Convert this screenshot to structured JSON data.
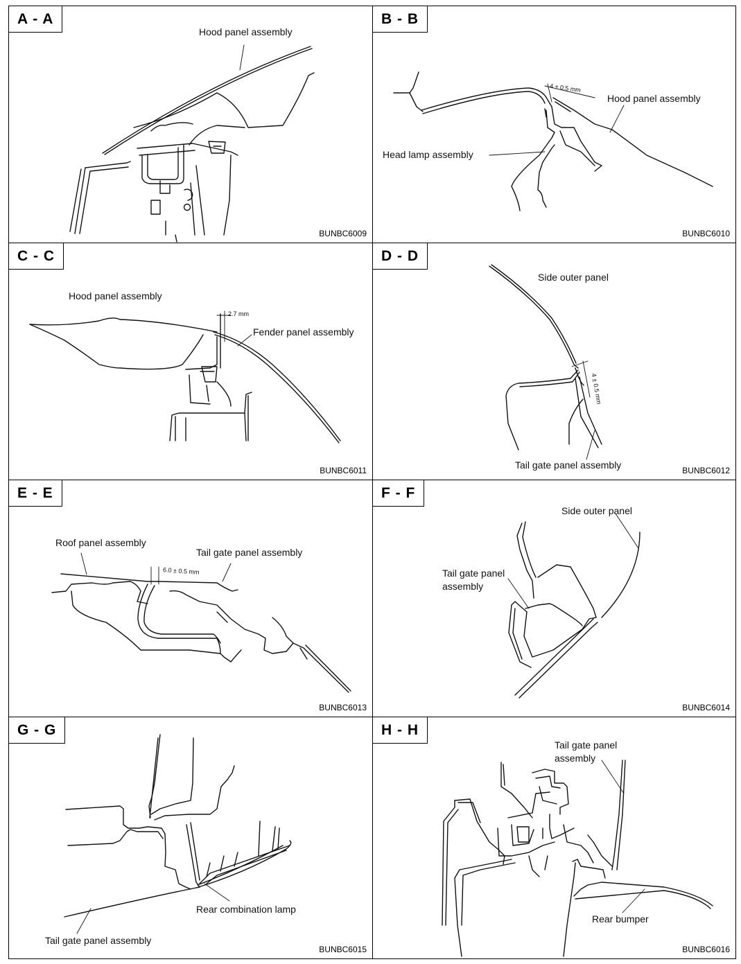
{
  "panels": {
    "aa": {
      "tag": "A - A",
      "code": "BUNBC6009",
      "labels": {
        "hood": "Hood panel assembly"
      }
    },
    "bb": {
      "tag": "B - B",
      "code": "BUNBC6010",
      "labels": {
        "hood": "Hood panel assembly",
        "lamp": "Head lamp assembly",
        "dim": "4 ± 0.5 mm"
      }
    },
    "cc": {
      "tag": "C - C",
      "code": "BUNBC6011",
      "labels": {
        "hood": "Hood panel assembly",
        "fender": "Fender panel assembly",
        "dim": "2.7 mm"
      }
    },
    "dd": {
      "tag": "D - D",
      "code": "BUNBC6012",
      "labels": {
        "side": "Side outer panel",
        "tailgate": "Tail gate panel assembly",
        "dim": "4 ± 0.5 mm"
      }
    },
    "ee": {
      "tag": "E - E",
      "code": "BUNBC6013",
      "labels": {
        "roof": "Roof panel assembly",
        "tailgate": "Tail gate panel assembly",
        "dim": "6.0 ± 0.5 mm"
      }
    },
    "ff": {
      "tag": "F - F",
      "code": "BUNBC6014",
      "labels": {
        "side": "Side outer panel",
        "tailgate": "Tail gate panel\nassembly"
      }
    },
    "gg": {
      "tag": "G - G",
      "code": "BUNBC6015",
      "labels": {
        "lamp": "Rear combination lamp",
        "tailgate": "Tail gate panel assembly"
      }
    },
    "hh": {
      "tag": "H - H",
      "code": "BUNBC6016",
      "labels": {
        "tailgate": "Tail gate panel\nassembly",
        "bumper": "Rear bumper"
      }
    }
  }
}
